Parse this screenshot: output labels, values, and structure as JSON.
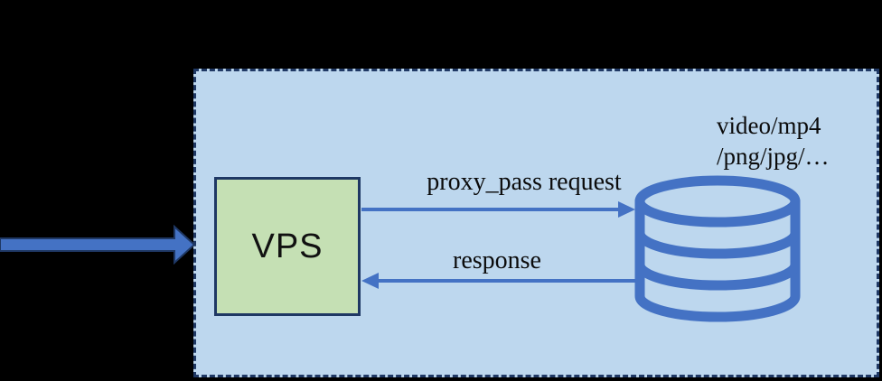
{
  "diagram": {
    "title": "VPS reverse-proxy to storage diagram",
    "background_color": "#000000",
    "region": {
      "name": "hosted-environment",
      "fill_color": "#bdd7ee",
      "border_color": "#1f3864",
      "border_style": "dashed"
    },
    "nodes": {
      "vps": {
        "label": "VPS",
        "fill_color": "#c5e0b4",
        "border_color": "#1f3864"
      },
      "storage": {
        "icon": "database-icon",
        "color": "#4472c4",
        "caption_line1": "video/mp4",
        "caption_line2": "/png/jpg/…"
      }
    },
    "edges": {
      "inbound": {
        "type": "block-arrow",
        "direction": "right",
        "fill_color": "#4472c4",
        "outline_color": "#1f3864",
        "label": ""
      },
      "request": {
        "label": "proxy_pass request",
        "direction": "right",
        "color": "#4472c4"
      },
      "response": {
        "label": "response",
        "direction": "left",
        "color": "#4472c4"
      }
    }
  }
}
